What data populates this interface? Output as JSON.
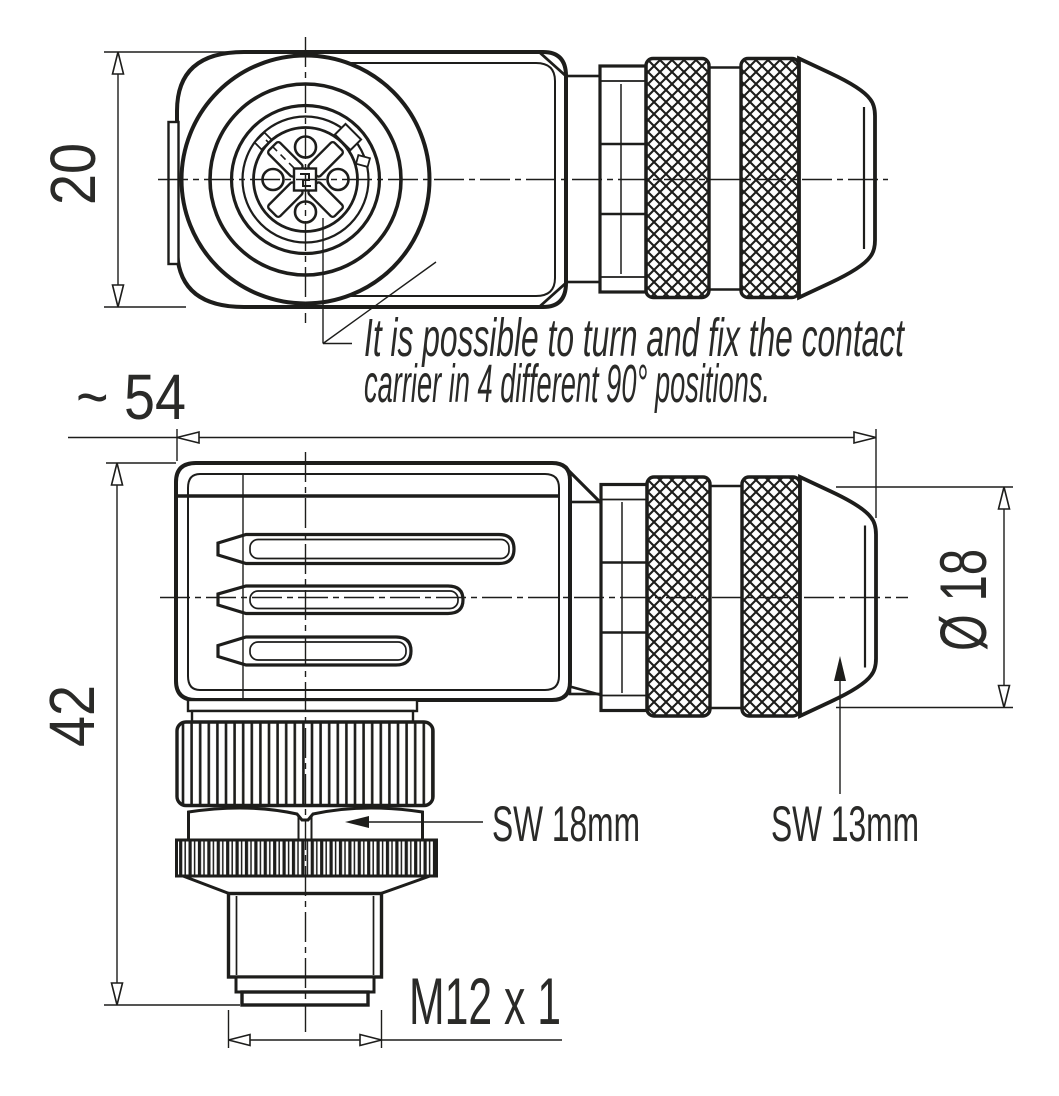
{
  "drawing": {
    "note_line1": "It is possible to turn and fix the contact",
    "note_line2": "carrier in 4 different 90° positions.",
    "dim_rear_height": "20",
    "dim_overall_width": "~ 54",
    "dim_overall_height": "42",
    "dim_diameter": "Ø 18",
    "label_wrench_large": "SW 18mm",
    "label_wrench_small": "SW 13mm",
    "label_thread": "M12 x 1",
    "colors": {
      "line": "#1d1d1b",
      "text": "#2a2a28",
      "background": "#ffffff"
    }
  }
}
